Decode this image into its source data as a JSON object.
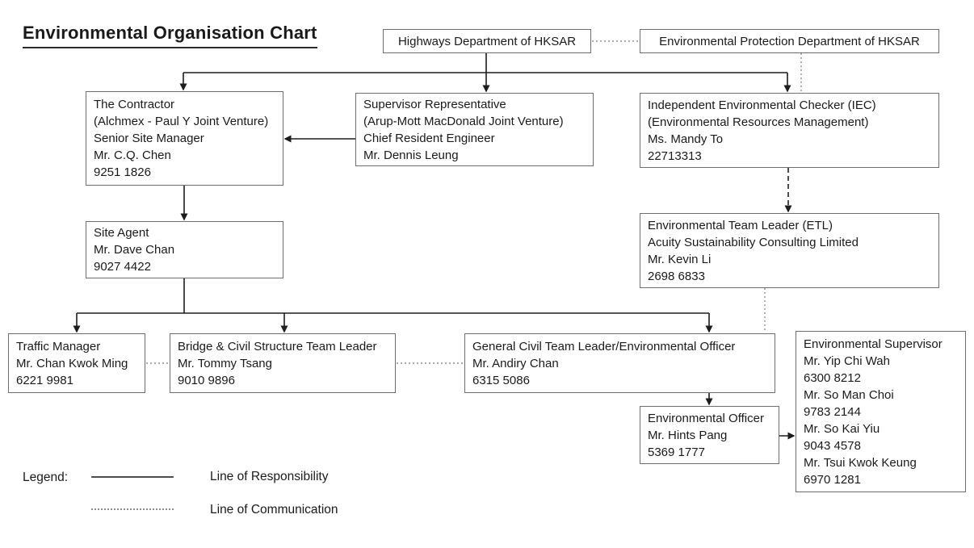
{
  "title": "Environmental Organisation Chart",
  "nodes": {
    "highways": {
      "text": [
        "Highways Department of HKSAR"
      ]
    },
    "epd": {
      "text": [
        "Environmental Protection Department of HKSAR"
      ]
    },
    "contractor": {
      "text": [
        "The Contractor",
        "(Alchmex - Paul Y Joint Venture)",
        "Senior Site Manager",
        "Mr. C.Q. Chen",
        "9251 1826"
      ]
    },
    "supervisor": {
      "text": [
        "Supervisor Representative",
        "(Arup-Mott MacDonald Joint Venture)",
        "Chief Resident Engineer",
        "Mr. Dennis Leung"
      ]
    },
    "iec": {
      "text": [
        "Independent Environmental Checker (IEC)",
        "(Environmental Resources Management)",
        "Ms. Mandy To",
        "22713313"
      ]
    },
    "site_agent": {
      "text": [
        "Site Agent",
        "Mr. Dave Chan",
        "9027 4422"
      ]
    },
    "etl": {
      "text": [
        "Environmental Team Leader (ETL)",
        "Acuity Sustainability Consulting Limited",
        "Mr. Kevin Li",
        "2698 6833"
      ]
    },
    "traffic_manager": {
      "text": [
        "Traffic Manager",
        "Mr. Chan Kwok Ming",
        "6221 9981"
      ]
    },
    "bridge_leader": {
      "text": [
        "Bridge & Civil Structure Team Leader",
        "Mr. Tommy Tsang",
        "9010 9896"
      ]
    },
    "general_civil": {
      "text": [
        "General Civil Team Leader/Environmental Officer",
        "Mr. Andiry Chan",
        "6315 5086"
      ]
    },
    "env_officer": {
      "text": [
        "Environmental Officer",
        "Mr. Hints Pang",
        "5369 1777"
      ]
    },
    "env_supervisor": {
      "text": [
        "Environmental Supervisor",
        "Mr. Yip Chi Wah",
        "6300 8212",
        "Mr. So Man Choi",
        "9783 2144",
        "Mr. So Kai Yiu",
        "9043 4578",
        "Mr. Tsui Kwok Keung",
        "6970 1281"
      ]
    }
  },
  "legend": {
    "label": "Legend:",
    "items": [
      {
        "style": "solid",
        "label": "Line of Responsibility"
      },
      {
        "style": "dotted",
        "label": "Line of Communication"
      }
    ]
  },
  "colors": {
    "background": "#ffffff",
    "text": "#1a1a1a",
    "box_border": "#6e6e6e",
    "responsibility_line": "#1d1d1d",
    "communication_line": "#8f8f8f"
  }
}
